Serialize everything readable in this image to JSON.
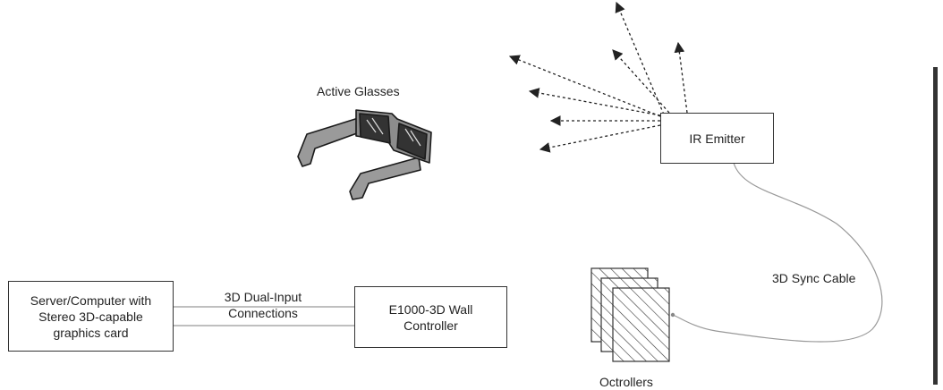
{
  "diagram": {
    "glasses_label": "Active Glasses",
    "emitter_label": "IR Emitter",
    "sync_cable_label": "3D Sync Cable",
    "server_label": "Server/Computer with\nStereo 3D-capable\ngraphics card",
    "connections_label": "3D Dual-Input\nConnections",
    "wall_controller_label": "E1000-3D Wall\nController",
    "octrollers_label": "Octrollers"
  }
}
